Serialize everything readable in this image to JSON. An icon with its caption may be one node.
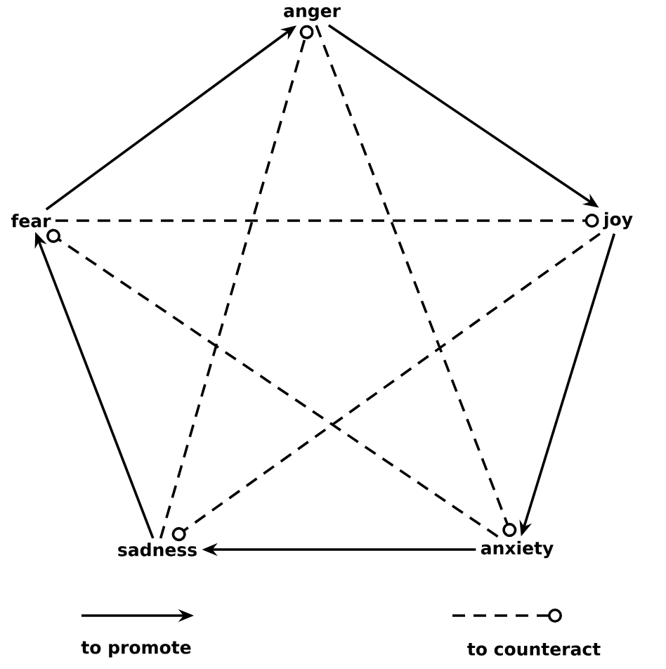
{
  "diagram": {
    "nodes": [
      {
        "text": [
          "anger"
        ]
      },
      {
        "text": [
          "joy"
        ]
      },
      {
        "text": [
          "anxiety"
        ]
      },
      {
        "text": [
          "sadness"
        ]
      },
      {
        "text": [
          "fear"
        ]
      }
    ],
    "edges": [
      {
        "from": 4,
        "to": 0,
        "arrow": "to"
      },
      {
        "from": 0,
        "to": 1,
        "arrow": "to"
      },
      {
        "from": 1,
        "to": 2,
        "arrow": "to"
      },
      {
        "from": 2,
        "to": 3,
        "arrow": "to"
      },
      {
        "from": 3,
        "to": 4,
        "arrow": "to"
      },
      {
        "from": 4,
        "to": 1,
        "arrow": "other",
        "style": "dashed"
      },
      {
        "from": 1,
        "to": 3,
        "arrow": "other",
        "style": "dashed"
      },
      {
        "from": 3,
        "to": 0,
        "arrow": "other",
        "style": "dashed"
      },
      {
        "from": 0,
        "to": 2,
        "arrow": "other",
        "style": "dashed"
      },
      {
        "from": 2,
        "to": 4,
        "arrow": "other",
        "style": "dashed"
      }
    ],
    "legend": [
      {
        "text": "to promote"
      },
      {
        "text": "to counteract"
      }
    ]
  }
}
